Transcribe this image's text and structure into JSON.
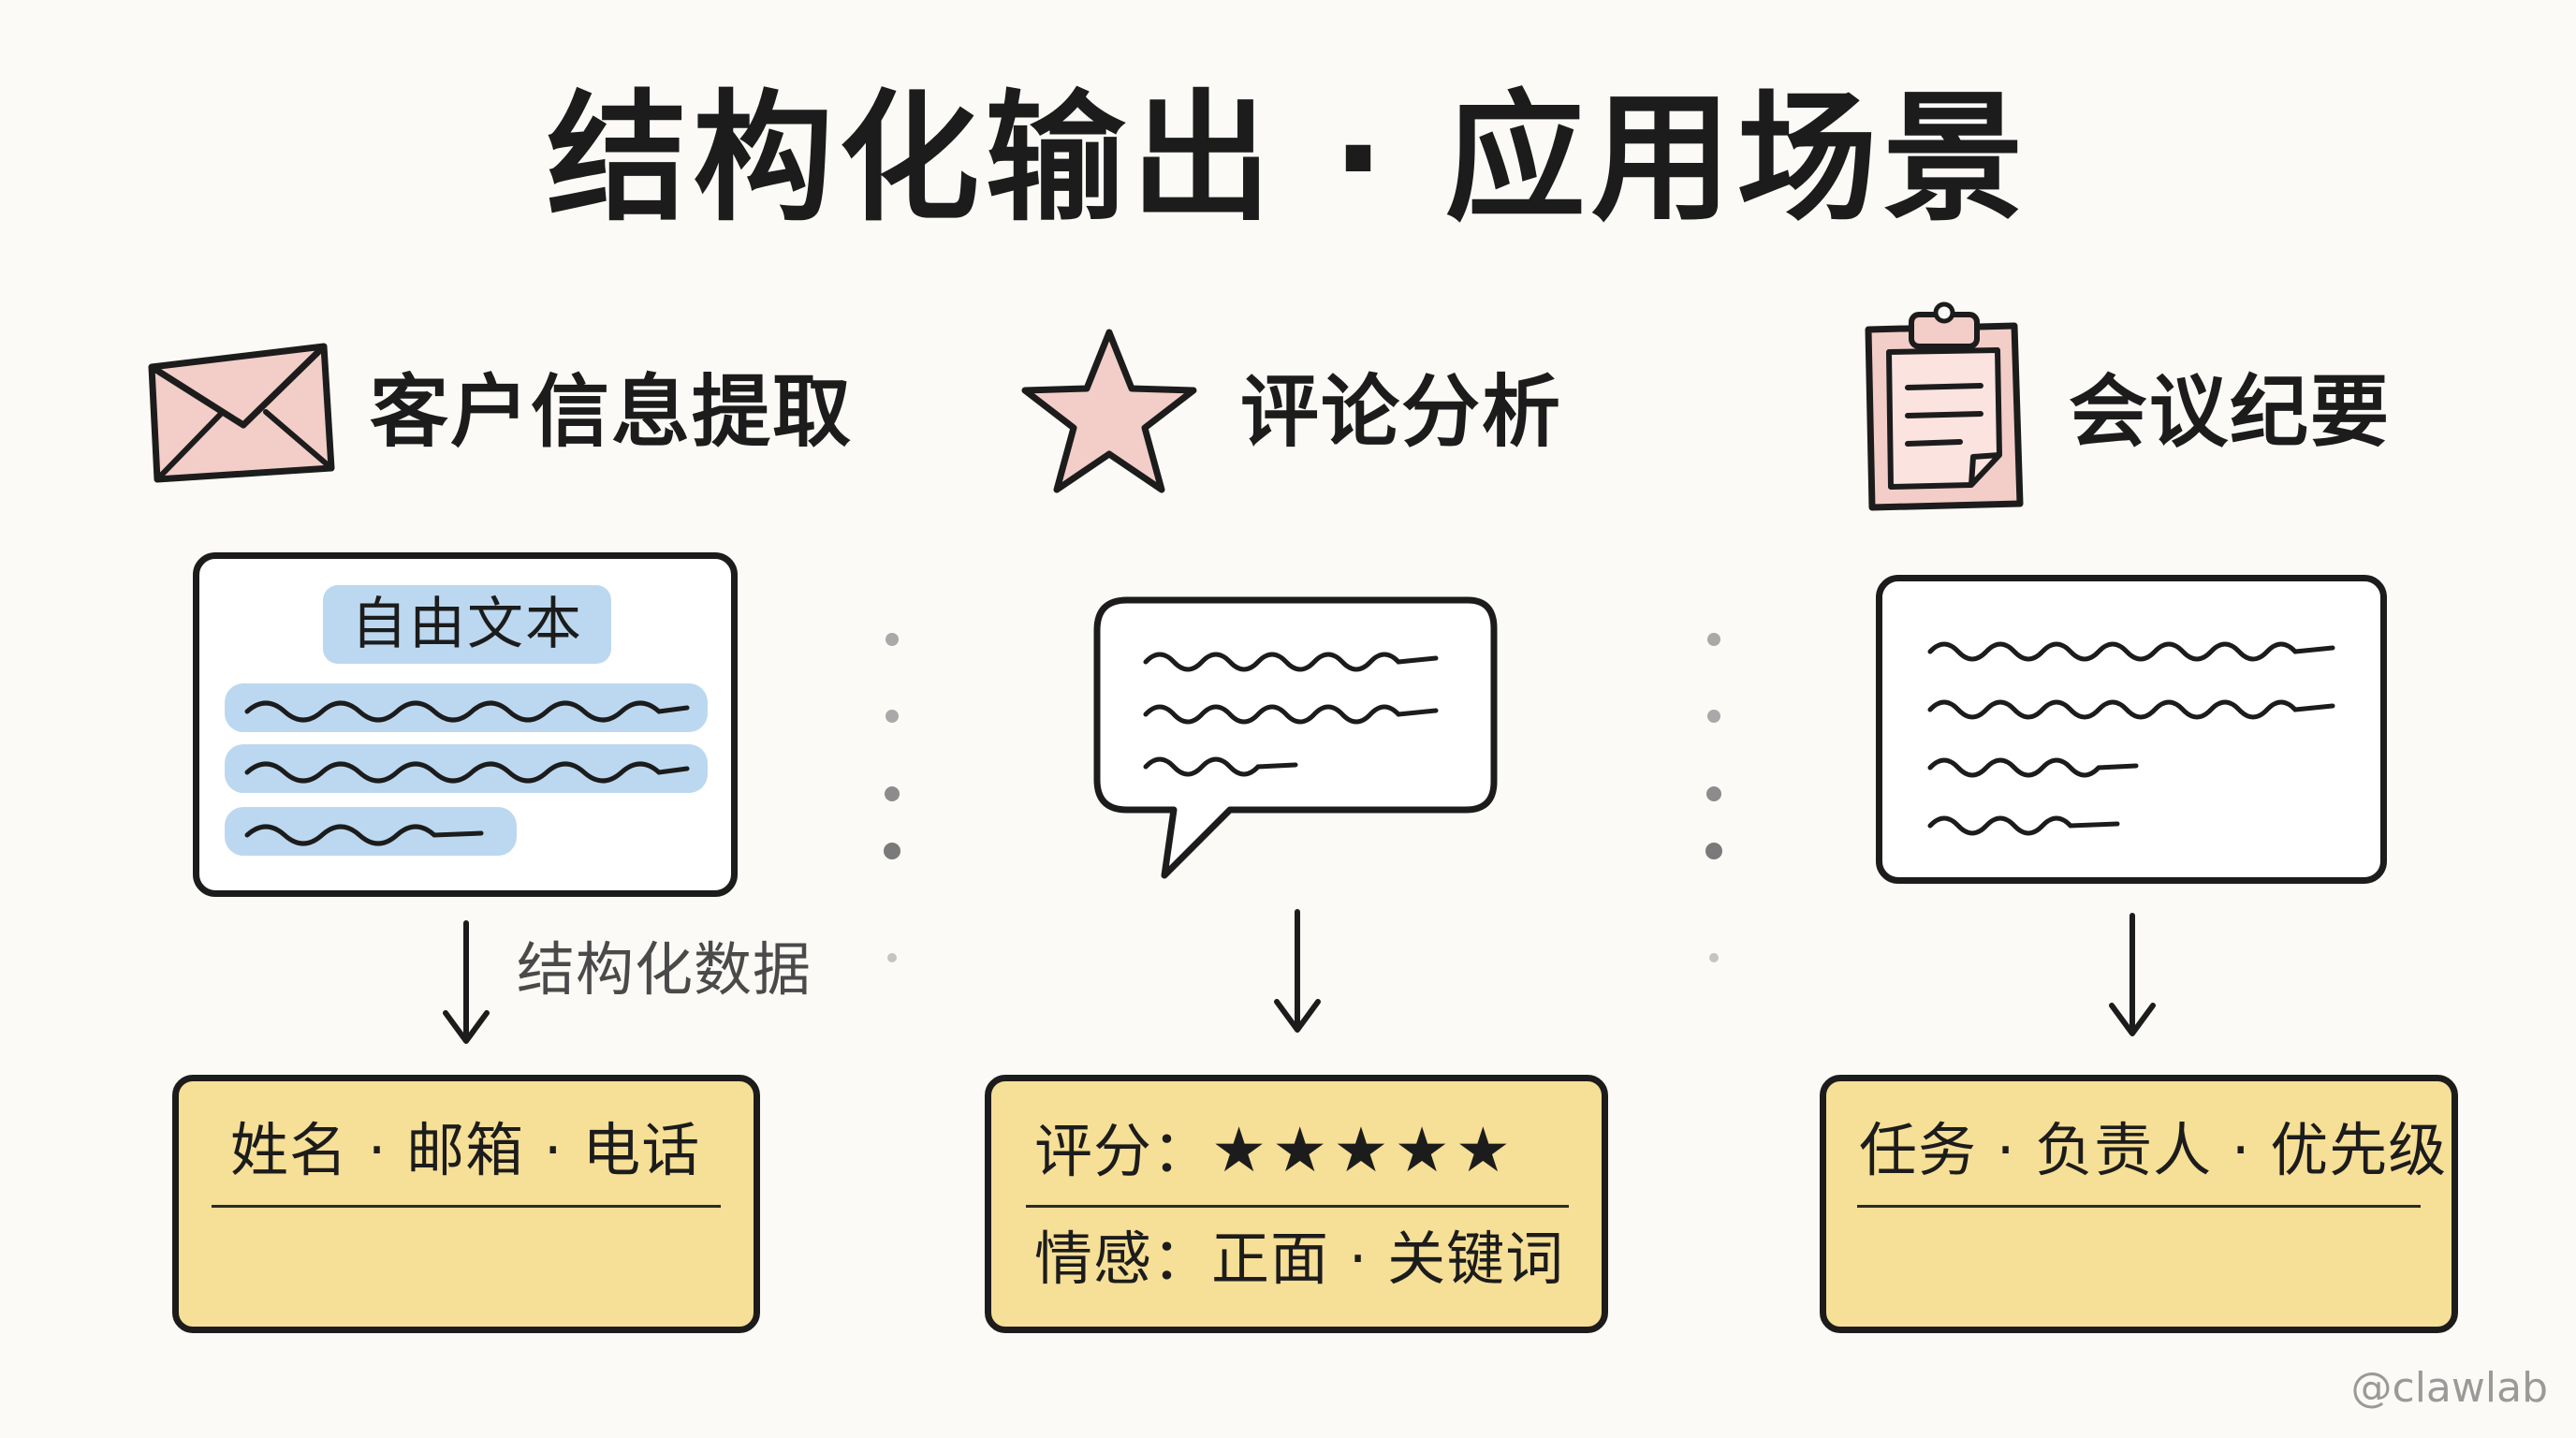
{
  "title": "结构化输出 · 应用场景",
  "sections": [
    {
      "icon": "envelope-icon",
      "heading": "客户信息提取",
      "source_chip": "自由文本",
      "flow_label": "结构化数据",
      "result": {
        "line1": "姓名 · 邮箱 · 电话"
      }
    },
    {
      "icon": "star-icon",
      "heading": "评论分析",
      "result": {
        "rating_label": "评分：",
        "rating_stars": "★★★★★",
        "rating_value": 5,
        "line2": "情感：正面 · 关键词"
      }
    },
    {
      "icon": "clipboard-icon",
      "heading": "会议纪要",
      "result": {
        "line1": "任务 · 负责人 · 优先级"
      }
    }
  ],
  "colors": {
    "background": "#fbfaf6",
    "icon_fill": "#f3cdc8",
    "highlight": "#bcd8f0",
    "result_fill": "#f6df96",
    "ink": "#1c1c1c"
  },
  "watermark": "@clawlab"
}
